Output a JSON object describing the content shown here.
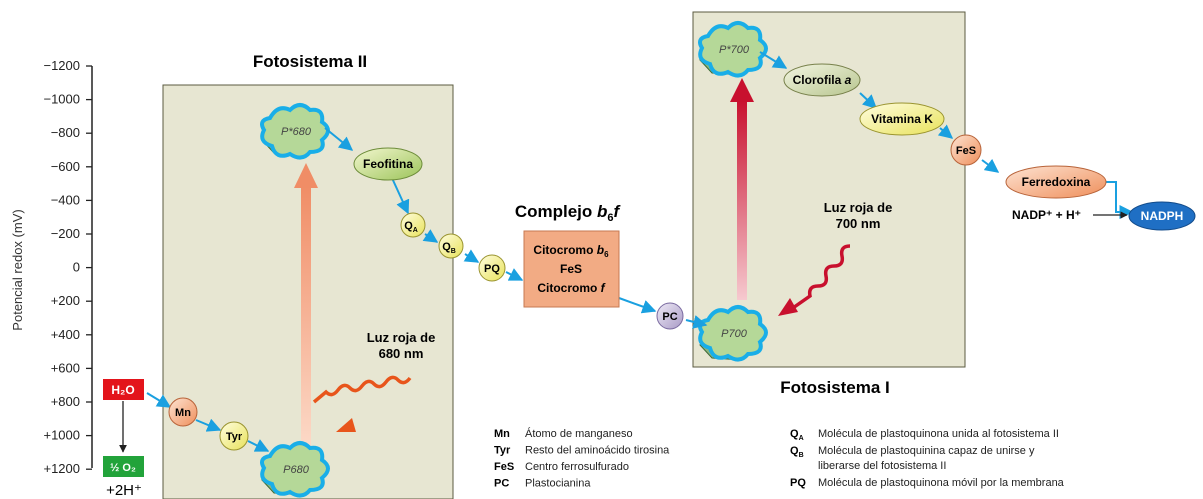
{
  "axis": {
    "label": "Potencial redox (mV)",
    "ticks": [
      "−1200",
      "−1000",
      "−800",
      "−600",
      "−400",
      "−200",
      "0",
      "+200",
      "+400",
      "+600",
      "+800",
      "+1000",
      "+1200"
    ]
  },
  "ps2": {
    "title": "Fotosistema II",
    "p680_star": "P*680",
    "p680": "P680",
    "light": [
      "Luz roja de",
      "680 nm"
    ]
  },
  "ps1": {
    "title": "Fotosistema I",
    "p700_star": "P*700",
    "p700": "P700",
    "light": [
      "Luz roja de",
      "700 nm"
    ]
  },
  "b6f": {
    "title_main": "Complejo ",
    "title_b": "b",
    "title_sub": "6",
    "title_f": "f",
    "line1_main": "Citocromo ",
    "line1_b": "b",
    "line1_sub": "6",
    "line2": "FeS",
    "line3_main": "Citocromo ",
    "line3_f": "f"
  },
  "carriers": {
    "feofitina": "Feofitina",
    "qa": "Q",
    "qa_sub": "A",
    "qb": "Q",
    "qb_sub": "B",
    "pq": "PQ",
    "pc": "PC",
    "clorofila": "Clorofila ",
    "clorofila_a": "a",
    "vitk": "Vitamina K",
    "fes": "FeS",
    "ferredoxina": "Ferredoxina",
    "mn": "Mn",
    "tyr": "Tyr",
    "nadph": "NADPH"
  },
  "water": {
    "h2o": "H₂O",
    "o2": "½ O₂",
    "h": "+2H⁺"
  },
  "nadp": "NADP⁺ + H⁺",
  "legend_left": [
    {
      "k": "Mn",
      "v": "Átomo de manganeso"
    },
    {
      "k": "Tyr",
      "v": "Resto del aminoácido tirosina"
    },
    {
      "k": "FeS",
      "v": "Centro ferrosulfurado"
    },
    {
      "k": "PC",
      "v": "Plastocianina"
    }
  ],
  "legend_right": [
    {
      "k": "Q",
      "sub": "A",
      "lines": [
        "Molécula de plastoquinona unida al fotosistema II"
      ]
    },
    {
      "k": "Q",
      "sub": "B",
      "lines": [
        "Molécula de plastoquinina capaz de unirse y",
        "liberarse del fotosistema II"
      ]
    },
    {
      "k": "PQ",
      "sub": "",
      "lines": [
        "Molécula de plastoquinona móvil por la membrana"
      ]
    }
  ],
  "colors": {
    "panel": "#e7e6d2",
    "panel_border": "#5b5b40",
    "arrow_blue": "#1aa0e0",
    "ps2_arrow": "#f4a484",
    "ps1_arrow": "#c8102e",
    "photon": "#e8551b",
    "b6f_box": "#f2ab84",
    "h2o_box": "#e3141b",
    "o2_box": "#22a33a",
    "nadph": "#1f6fc4"
  }
}
